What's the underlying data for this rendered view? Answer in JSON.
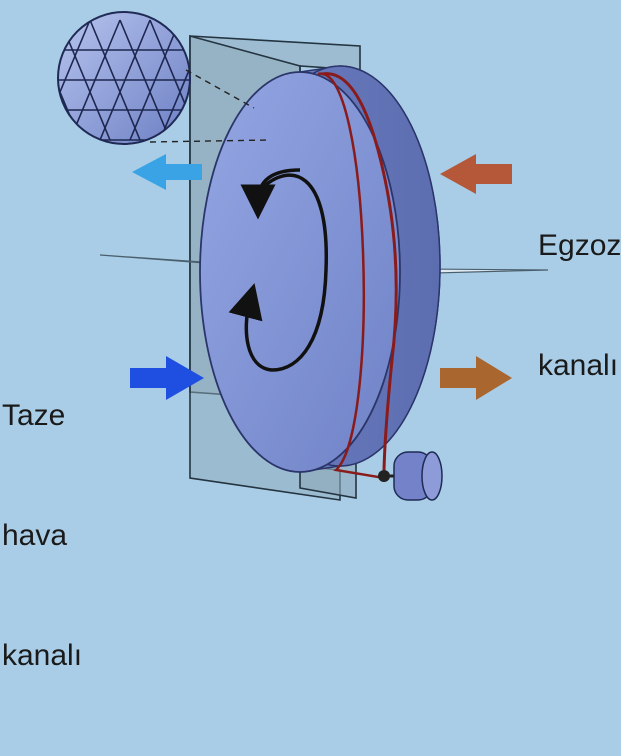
{
  "labels": {
    "exhaust": {
      "line1": "Egzoz",
      "line2": "kanalı"
    },
    "fresh_air": {
      "line1": "Taze",
      "line2": "hava",
      "line3": "kanalı"
    }
  },
  "colors": {
    "background": "#a9cde6",
    "wheel_face": "#7f93d6",
    "wheel_rim": "#6c7fc4",
    "drive_belt": "#8a1b1b",
    "frame": "#8ea9ba",
    "arrow_fresh_in": "#1f4fe0",
    "arrow_supply_out": "#3aa3e6",
    "arrow_exhaust_in": "#b5583a",
    "arrow_exhaust_out": "#a9662f"
  },
  "icons": {
    "rotation": "rotation-arrow-icon",
    "honeycomb": "honeycomb-detail-icon",
    "motor": "motor-icon"
  }
}
